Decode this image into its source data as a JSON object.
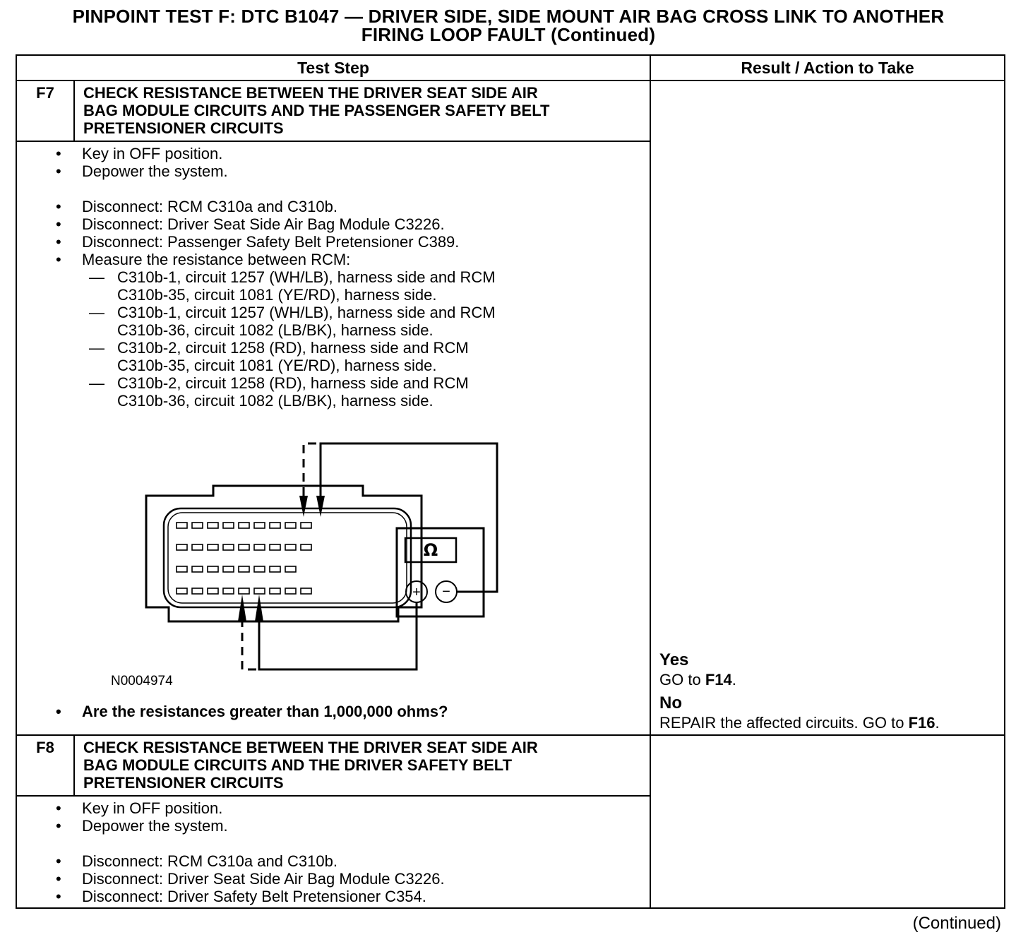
{
  "title": {
    "line1": "PINPOINT TEST F: DTC B1047 — DRIVER SIDE, SIDE MOUNT AIR BAG CROSS LINK TO ANOTHER",
    "line2": "FIRING LOOP FAULT (Continued)"
  },
  "headers": {
    "test_step": "Test Step",
    "result": "Result / Action to Take"
  },
  "f7": {
    "id": "F7",
    "heading": [
      "CHECK RESISTANCE BETWEEN THE DRIVER SEAT SIDE AIR",
      "BAG MODULE CIRCUITS AND THE PASSENGER SAFETY BELT",
      "PRETENSIONER CIRCUITS"
    ],
    "bullets_a": [
      "Key in OFF position.",
      "Depower the system."
    ],
    "bullets_b": [
      "Disconnect: RCM C310a and C310b.",
      "Disconnect: Driver Seat Side Air Bag Module C3226.",
      "Disconnect: Passenger Safety Belt Pretensioner C389.",
      "Measure the resistance between RCM:"
    ],
    "subitems": [
      [
        "C310b-1, circuit 1257 (WH/LB), harness side and RCM",
        "C310b-35, circuit 1081 (YE/RD), harness side."
      ],
      [
        "C310b-1, circuit 1257 (WH/LB), harness side and RCM",
        "C310b-36, circuit 1082 (LB/BK), harness side."
      ],
      [
        "C310b-2, circuit 1258 (RD), harness side and RCM",
        "C310b-35, circuit 1081 (YE/RD), harness side."
      ],
      [
        "C310b-2, circuit 1258 (RD), harness side and RCM",
        "C310b-36, circuit 1082 (LB/BK), harness side."
      ]
    ],
    "figure_id": "N0004974",
    "meter_symbol": "Ω",
    "plus": "+",
    "minus": "−",
    "question": "Are the resistances greater than 1,000,000 ohms?",
    "yes_label": "Yes",
    "yes_action_pre": "GO to ",
    "yes_target": "F14",
    "yes_action_post": ".",
    "no_label": "No",
    "no_action_pre": "REPAIR the affected circuits. GO to ",
    "no_target": "F16",
    "no_action_post": ".",
    "connector_rows": [
      9,
      9,
      8,
      9
    ]
  },
  "f8": {
    "id": "F8",
    "heading": [
      "CHECK RESISTANCE BETWEEN THE DRIVER SEAT SIDE AIR",
      "BAG MODULE CIRCUITS AND THE DRIVER SAFETY BELT",
      "PRETENSIONER CIRCUITS"
    ],
    "bullets_a": [
      "Key in OFF position.",
      "Depower the system."
    ],
    "bullets_b": [
      "Disconnect: RCM C310a and C310b.",
      "Disconnect: Driver Seat Side Air Bag Module C3226.",
      "Disconnect: Driver Safety Belt Pretensioner C354."
    ]
  },
  "continued": "(Continued)"
}
